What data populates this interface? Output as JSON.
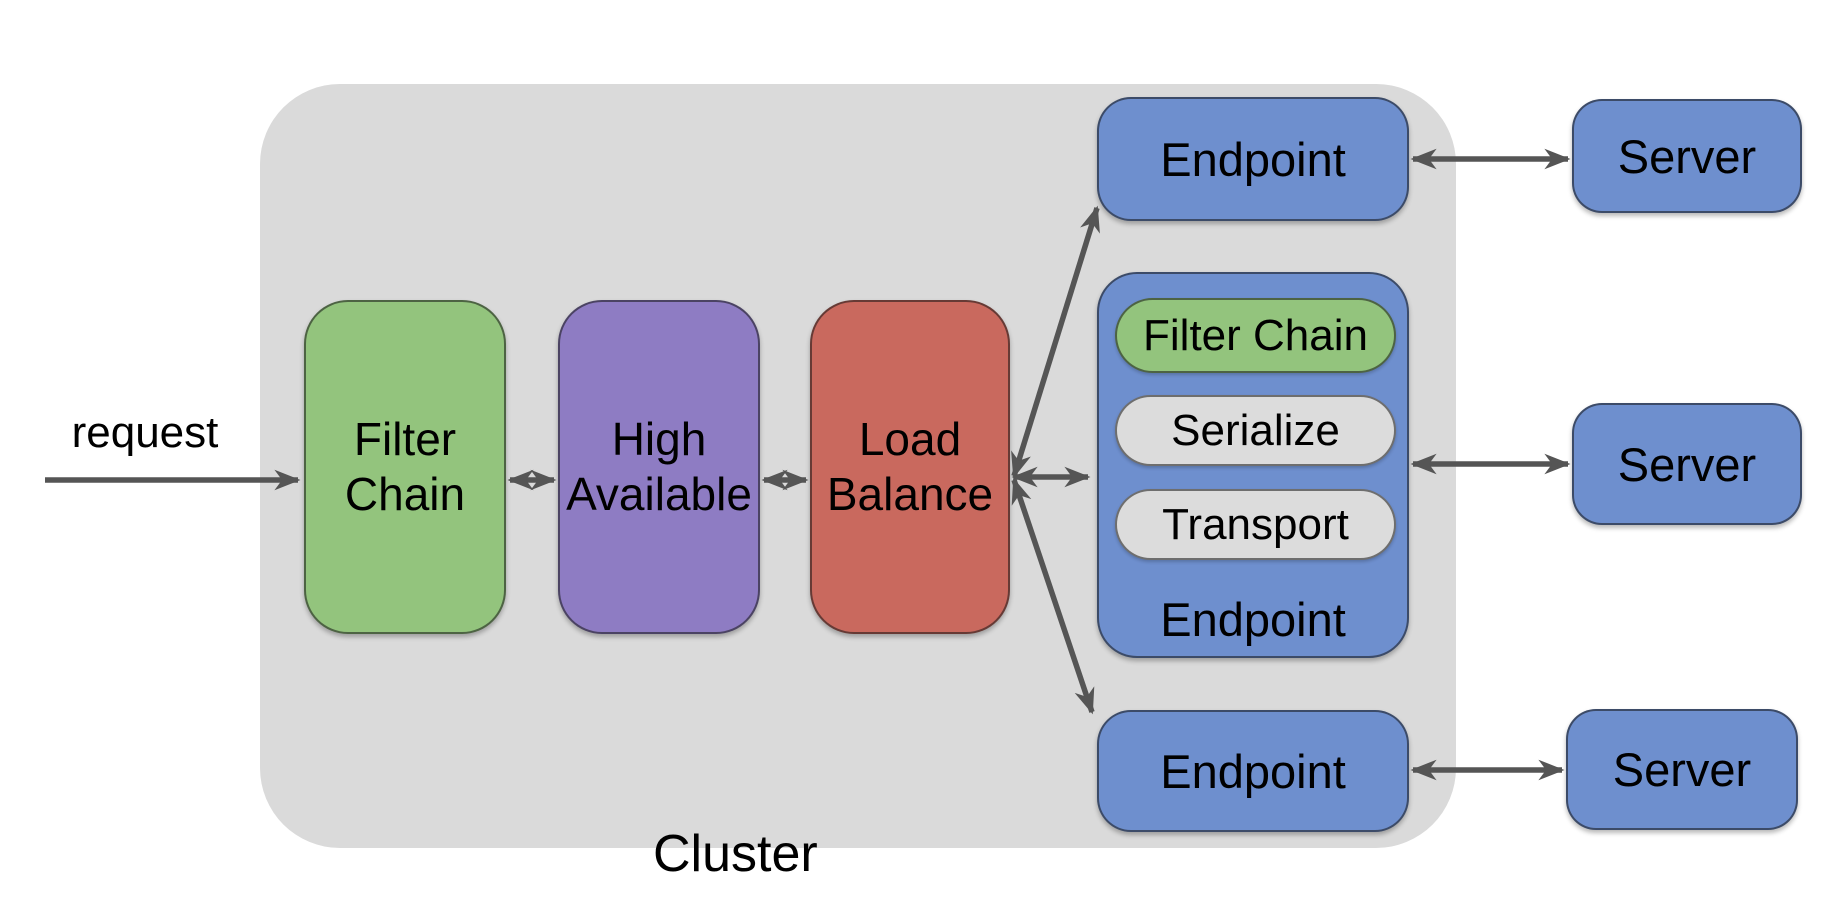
{
  "request_label": "request",
  "cluster": {
    "label": "Cluster",
    "pipeline": [
      {
        "name": "filter-chain",
        "lines": [
          "Filter",
          "Chain"
        ],
        "color": "#93c47d"
      },
      {
        "name": "high-available",
        "lines": [
          "High",
          "Available"
        ],
        "color": "#8e7cc3"
      },
      {
        "name": "load-balance",
        "lines": [
          "Load",
          "Balance"
        ],
        "color": "#c9695e"
      }
    ],
    "endpoint_top": {
      "label": "Endpoint"
    },
    "endpoint_detail": {
      "label": "Endpoint",
      "layers": {
        "filter_chain": "Filter Chain",
        "serialize": "Serialize",
        "transport": "Transport"
      }
    },
    "endpoint_bottom": {
      "label": "Endpoint"
    }
  },
  "servers": [
    {
      "label": "Server"
    },
    {
      "label": "Server"
    },
    {
      "label": "Server"
    }
  ],
  "colors": {
    "cluster_bg": "#dadada",
    "node_blue": "#6e8fce",
    "node_green": "#93c47d",
    "node_purple": "#8e7cc3",
    "node_red": "#c9695e",
    "pill_gray": "#dcdcdc",
    "arrow": "#555555",
    "text": "#000000"
  }
}
